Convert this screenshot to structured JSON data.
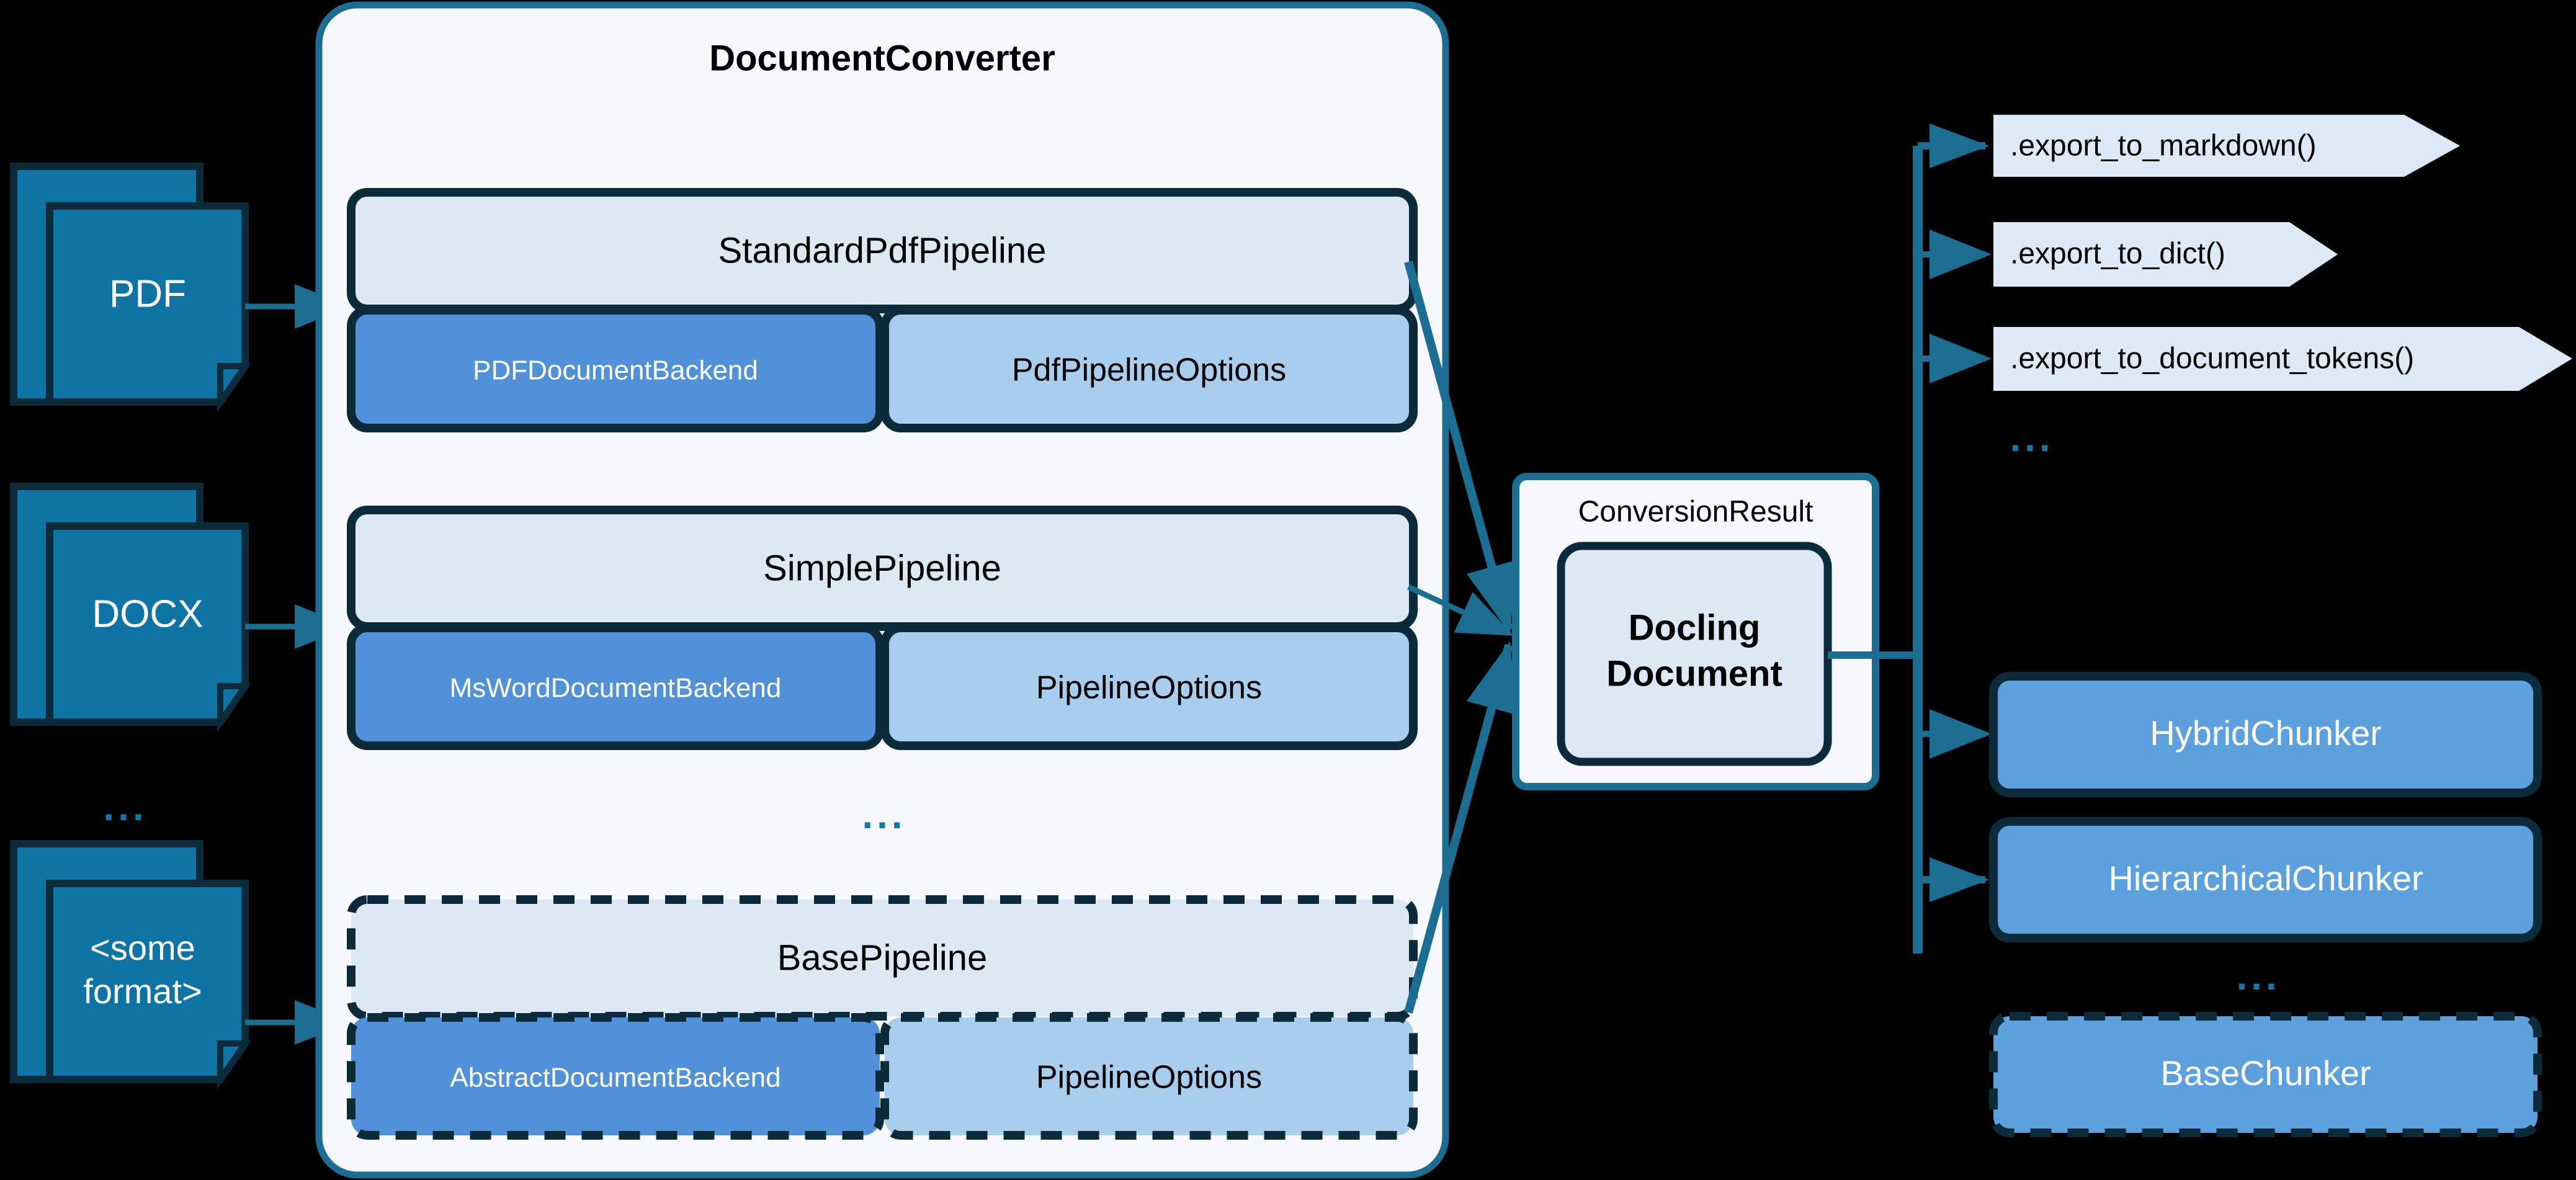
{
  "colors": {
    "background": "#000000",
    "doc_fill": "#0f73a3",
    "doc_stroke": "#0b2a3a",
    "container_fill": "#f6f8fd",
    "container_stroke": "#1b6e92",
    "pipeline_fill": "#dce8f4",
    "pipeline_stroke": "#0b2a3a",
    "backend_fill": "#5091d8",
    "options_fill": "#a9cdec",
    "export_fill": "#dde9f7",
    "chunker_fill": "#5ca0de",
    "arrow_color": "#1b6e92",
    "docling_fill": "#dce8f4",
    "ellipsis_color": "#1378a4",
    "text_white": "#ffffff",
    "text_black": "#000000"
  },
  "inputs": {
    "name": "input-documents",
    "items": [
      {
        "label": "PDF",
        "two_line": false
      },
      {
        "label": "DOCX",
        "two_line": false
      },
      {
        "label_line1": "<some",
        "label_line2": "format>",
        "two_line": true
      }
    ],
    "ellipsis": "..."
  },
  "converter": {
    "title": "DocumentConverter",
    "ellipsis": "...",
    "pipelines": [
      {
        "name": "StandardPdfPipeline",
        "dashed": false,
        "backend": "PDFDocumentBackend",
        "options": "PdfPipelineOptions"
      },
      {
        "name": "SimplePipeline",
        "dashed": false,
        "backend": "MsWordDocumentBackend",
        "options": "PipelineOptions"
      },
      {
        "name": "BasePipeline",
        "dashed": true,
        "backend": "AbstractDocumentBackend",
        "options": "PipelineOptions"
      }
    ]
  },
  "conversion_result": {
    "label": "ConversionResult",
    "document_line1": "Docling",
    "document_line2": "Document"
  },
  "exports": {
    "items": [
      {
        "label": ".export_to_markdown()"
      },
      {
        "label": ".export_to_dict()"
      },
      {
        "label": ".export_to_document_tokens()"
      }
    ],
    "ellipsis": "..."
  },
  "chunkers": {
    "items": [
      {
        "label": "HybridChunker",
        "dashed": false
      },
      {
        "label": "HierarchicalChunker",
        "dashed": false
      },
      {
        "label": "BaseChunker",
        "dashed": true
      }
    ],
    "ellipsis": "..."
  }
}
